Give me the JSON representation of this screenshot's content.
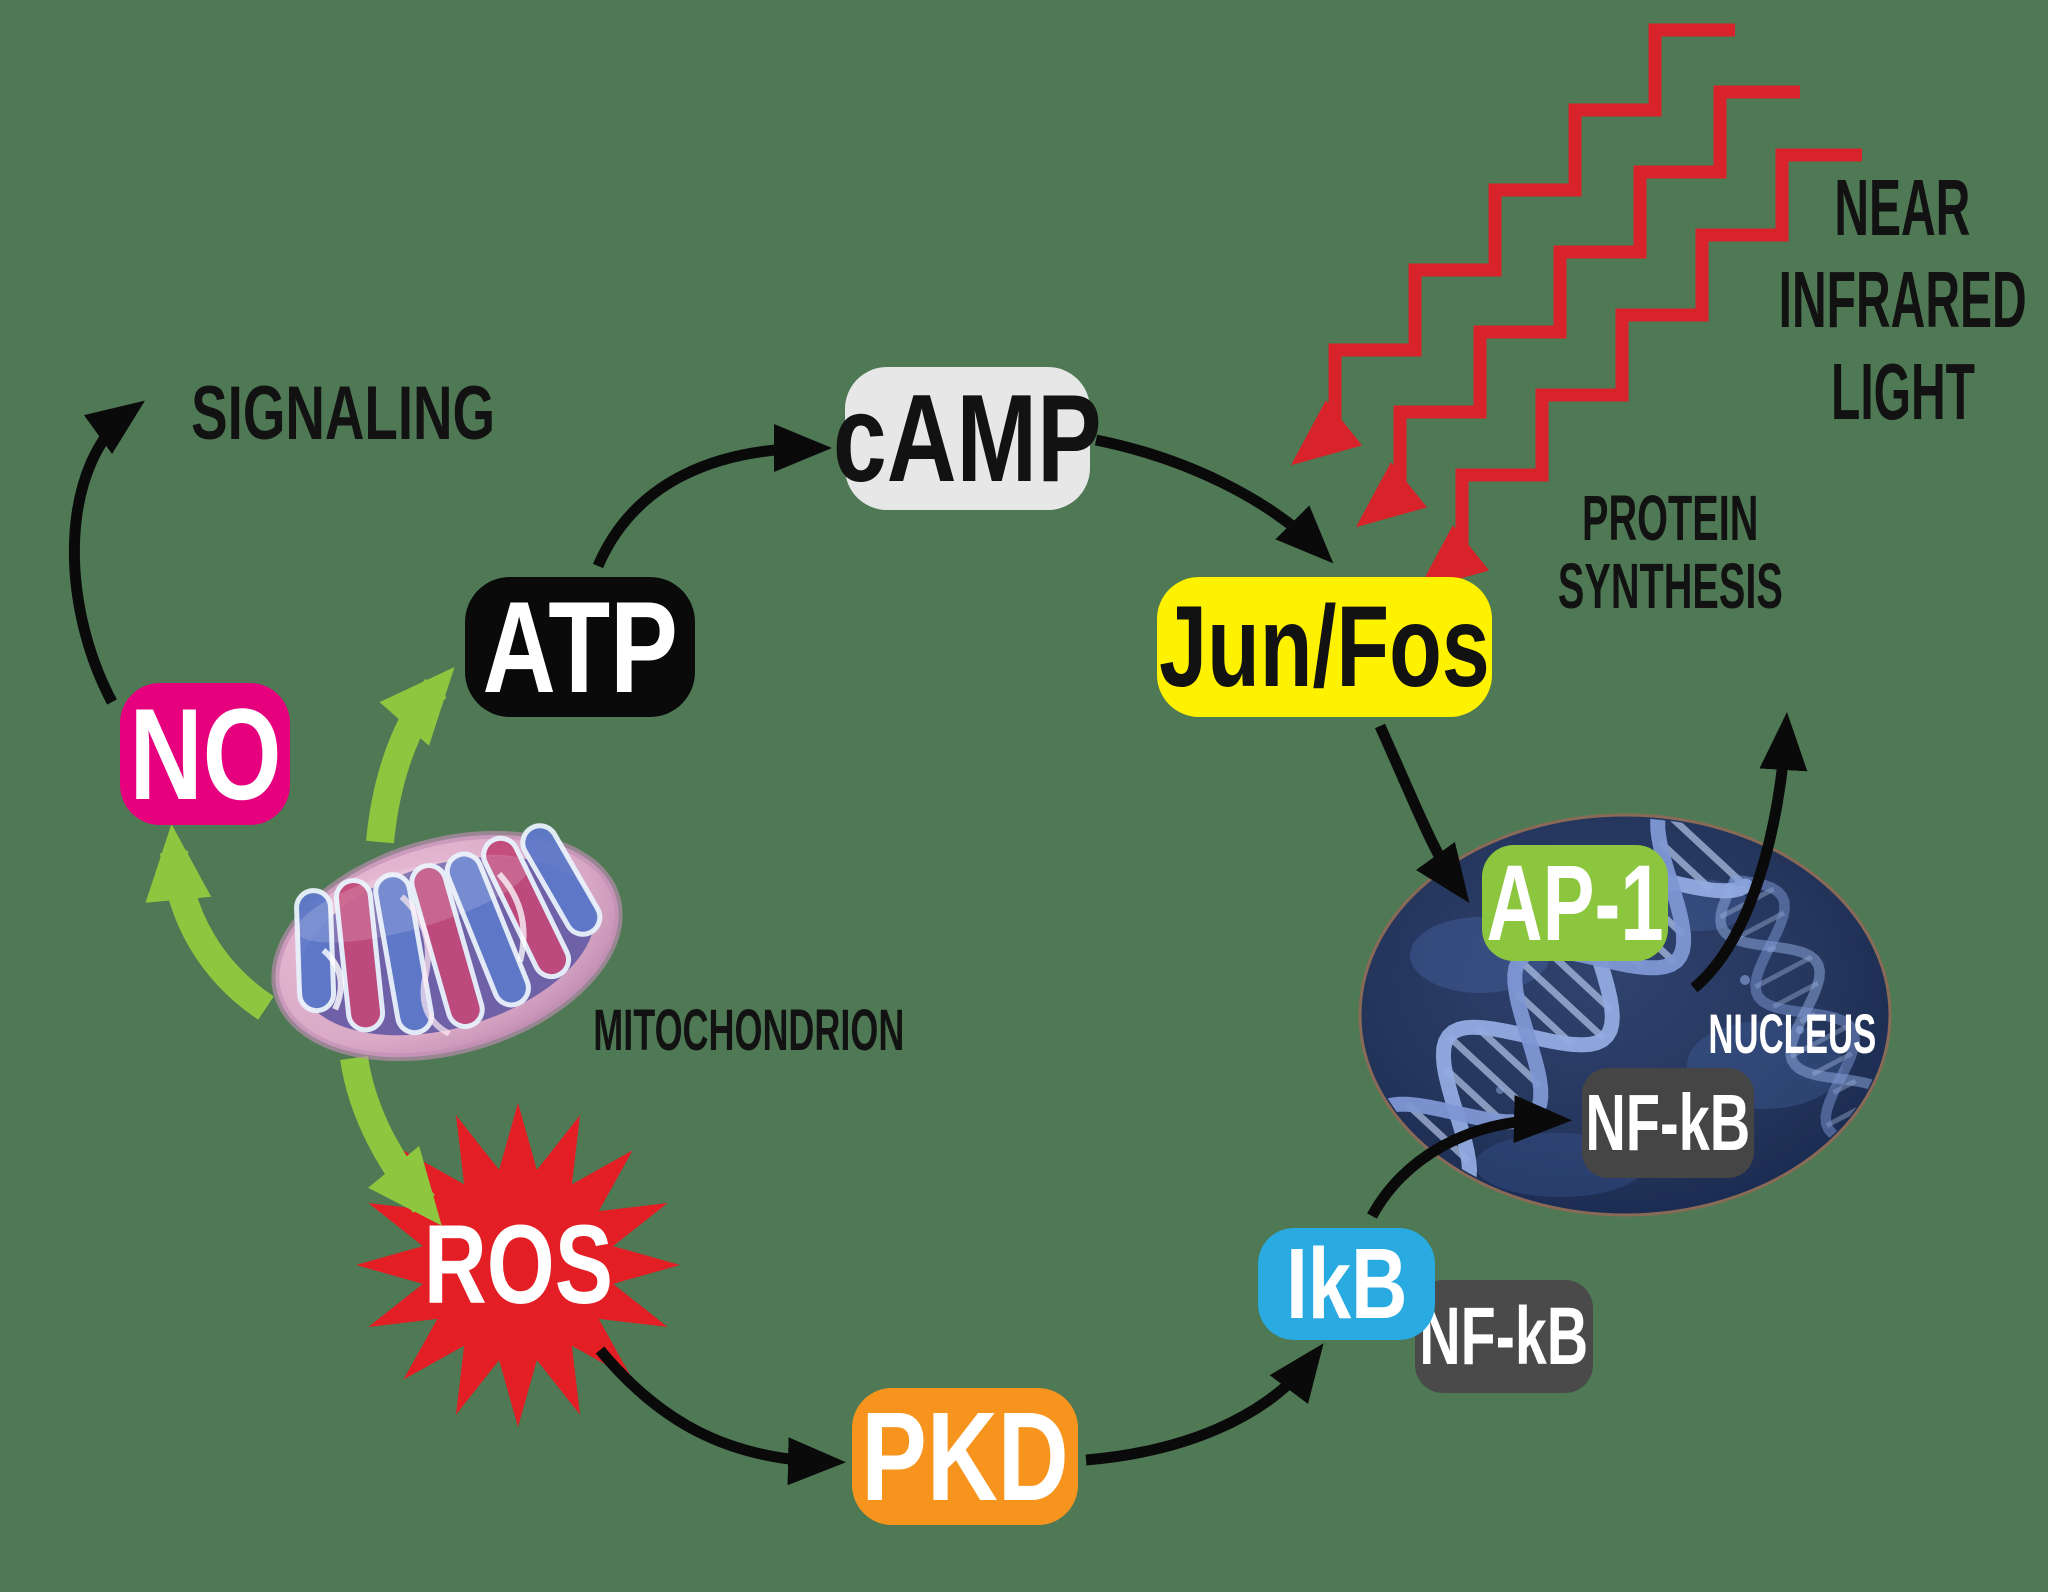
{
  "background_color": "#4F7954",
  "annotations": {
    "signaling": "SIGNALING",
    "near_infrared_light": [
      "NEAR",
      "INFRARED",
      "LIGHT"
    ],
    "protein_synthesis": [
      "PROTEIN",
      "SYNTHESIS"
    ],
    "mitochondrion": "MITOCHONDRION",
    "nucleus": "NUCLEUS"
  },
  "nodes": {
    "no": {
      "label": "NO",
      "color": "#E6007E",
      "text_color": "#FFFFFF"
    },
    "atp": {
      "label": "ATP",
      "color": "#0A0A0A",
      "text_color": "#FFFFFF"
    },
    "camp": {
      "label": "cAMP",
      "color": "#E7E7E7",
      "text_color": "#121212"
    },
    "junfos": {
      "label": "Jun/Fos",
      "color": "#FFF200",
      "text_color": "#121212"
    },
    "ros": {
      "label": "ROS",
      "color": "#E31E25",
      "text_color": "#FFFFFF"
    },
    "pkd": {
      "label": "PKD",
      "color": "#F7941E",
      "text_color": "#FFFFFF"
    },
    "ikb": {
      "label": "IkB",
      "color": "#29ABE2",
      "text_color": "#FFFFFF"
    },
    "nfkb_cytoplasm": {
      "label": "NF-kB",
      "color": "#4A4A4A",
      "text_color": "#FFFFFF"
    },
    "ap1": {
      "label": "AP-1",
      "color": "#8CC63F",
      "text_color": "#FFFFFF"
    },
    "nfkb_nucleus": {
      "label": "NF-kB",
      "color": "#454545",
      "text_color": "#FFFFFF"
    }
  },
  "arrow_colors": {
    "pathway_arrows": "#0A0A0A",
    "mitochondrion_output_arrows": "#8DC63F",
    "near_infrared_rays": "#D8232A"
  }
}
